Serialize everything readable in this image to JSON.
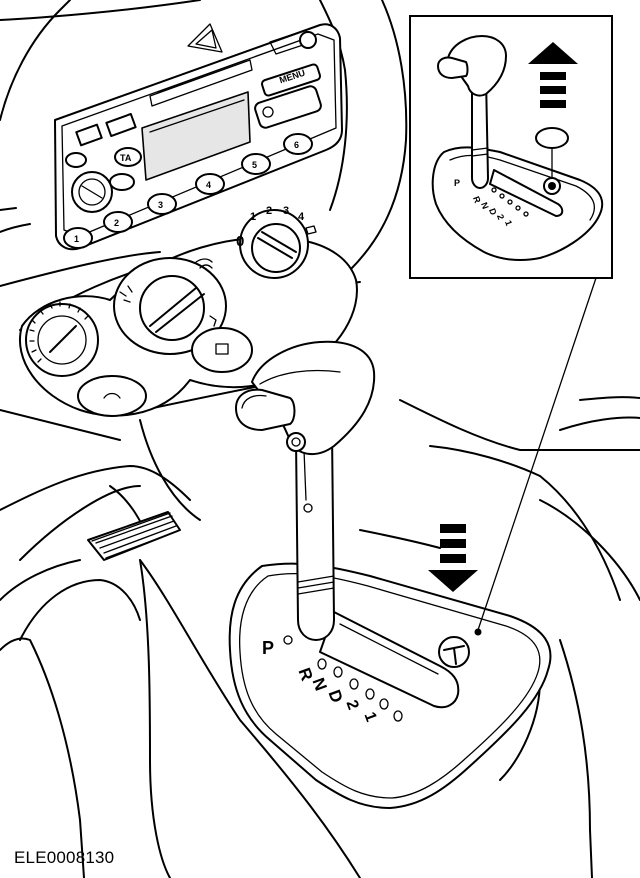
{
  "reference_code": "ELE0008130",
  "gate_labels": {
    "park": "P",
    "reverse": "R",
    "neutral": "N",
    "drive": "D",
    "second": "2",
    "first": "1"
  },
  "radio": {
    "preset_1": "1",
    "preset_2": "2",
    "preset_3": "3",
    "preset_4": "4",
    "preset_5": "5",
    "preset_6": "6",
    "ta_button": "TA",
    "menu_button": "MENU"
  },
  "blower_dial": {
    "pos_0": "0",
    "pos_1": "1",
    "pos_2": "2",
    "pos_3": "3",
    "pos_4": "4"
  },
  "arrows": {
    "detail_arrow_direction": "up",
    "main_arrow_direction": "down",
    "arrow_color": "#000000"
  }
}
